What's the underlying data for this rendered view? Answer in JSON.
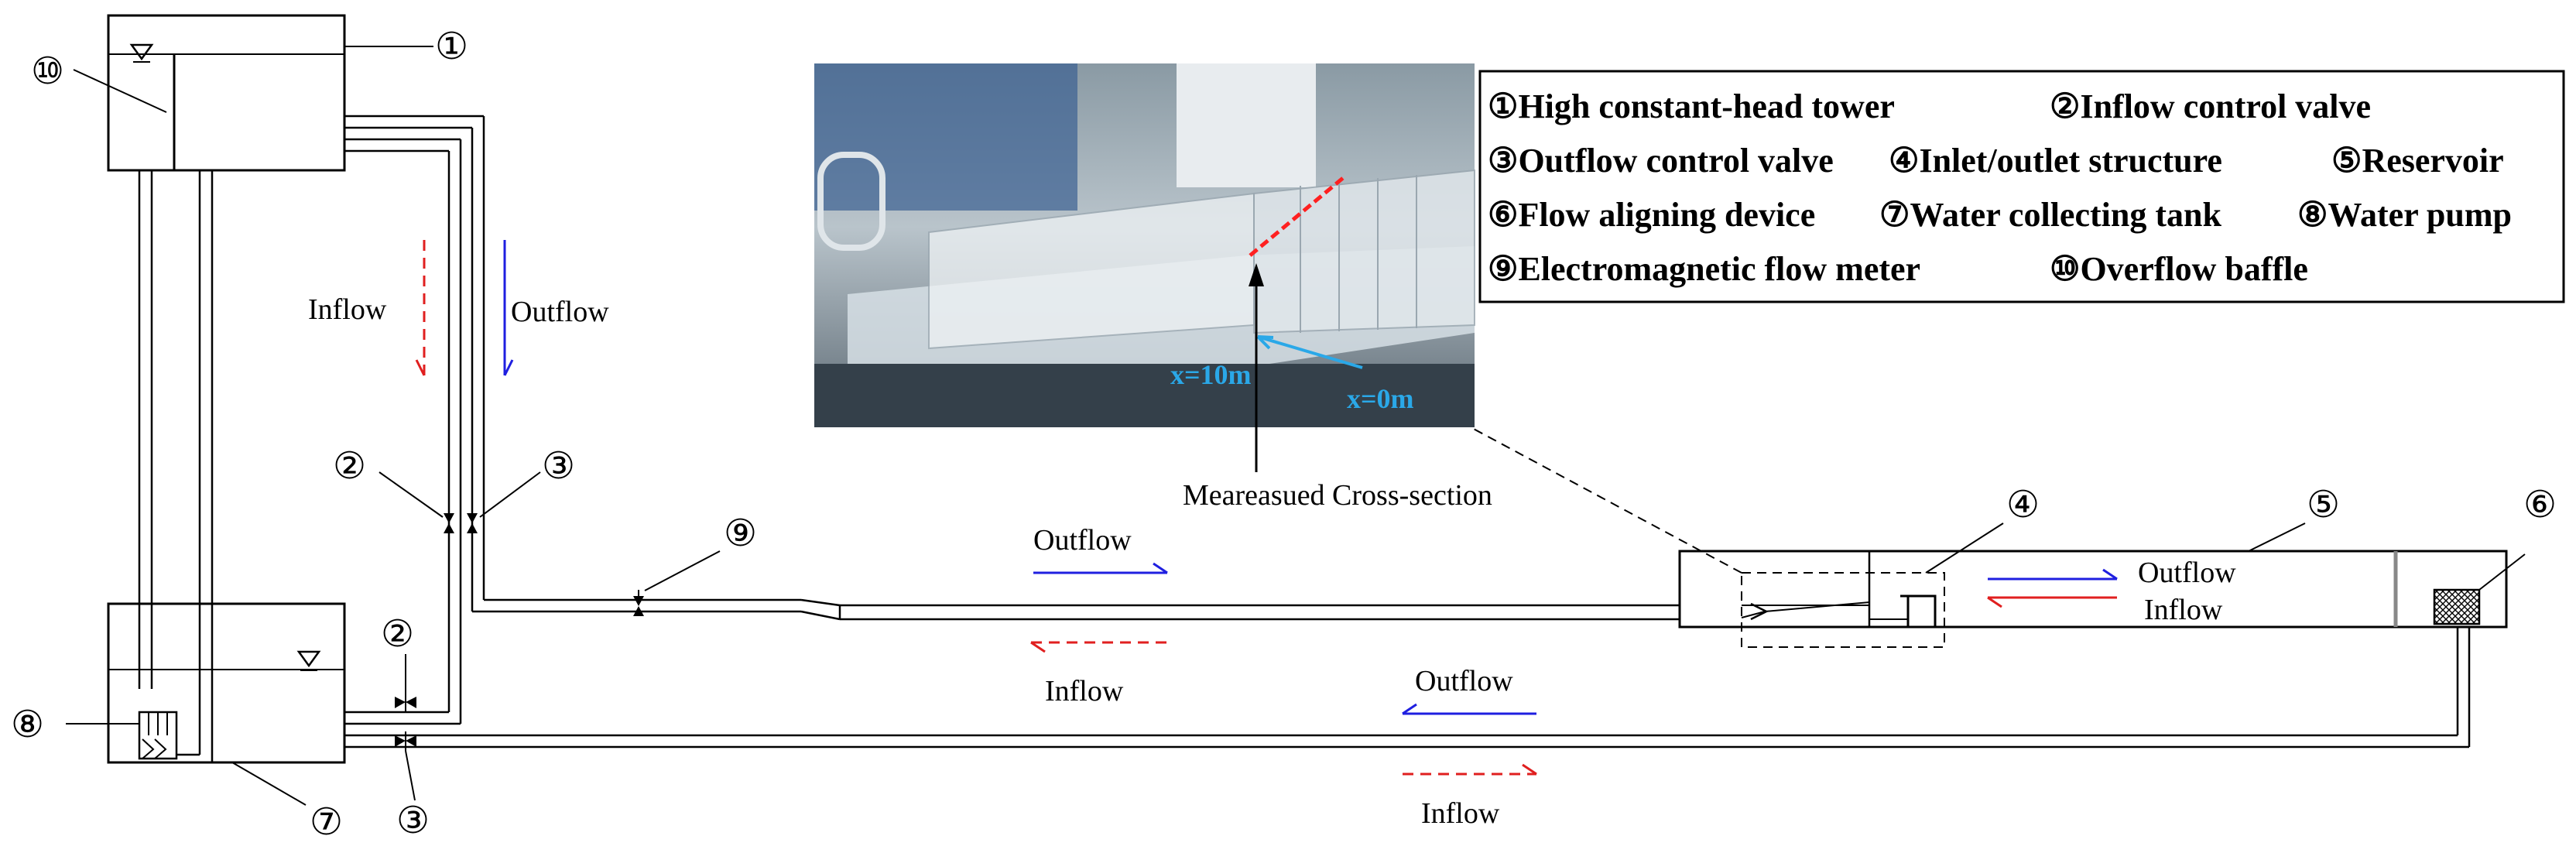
{
  "colors": {
    "outflow": "#1f1fe0",
    "inflow": "#e01f1f",
    "photo_label": "#2aa8e8",
    "photo_edge": "#ff2020"
  },
  "callouts": {
    "c1": "①",
    "c2a": "②",
    "c2b": "②",
    "c3a": "③",
    "c3b": "③",
    "c4": "④",
    "c5": "⑤",
    "c6": "⑥",
    "c7": "⑦",
    "c8": "⑧",
    "c9": "⑨",
    "c10": "⑩"
  },
  "flow_labels": {
    "tower_inflow": "Inflow",
    "tower_outflow": "Outflow",
    "mid_outflow": "Outflow",
    "mid_inflow": "Inflow",
    "reservoir_outflow": "Outflow",
    "reservoir_inflow": "Inflow",
    "bottom_outflow": "Outflow",
    "bottom_inflow": "Inflow"
  },
  "legend": {
    "rows": [
      [
        "①High constant-head tower",
        "②Inflow control valve"
      ],
      [
        "③Outflow control valve",
        "④Inlet/outlet structure",
        "⑤Reservoir"
      ],
      [
        "⑥Flow aligning device",
        "⑦Water collecting tank",
        "⑧Water pump"
      ],
      [
        "⑨Electromagnetic flow meter",
        "⑩Overflow baffle"
      ]
    ]
  },
  "photo": {
    "label_x10": "x=10m",
    "label_x0": "x=0m",
    "caption": "Meareasued Cross-section"
  }
}
